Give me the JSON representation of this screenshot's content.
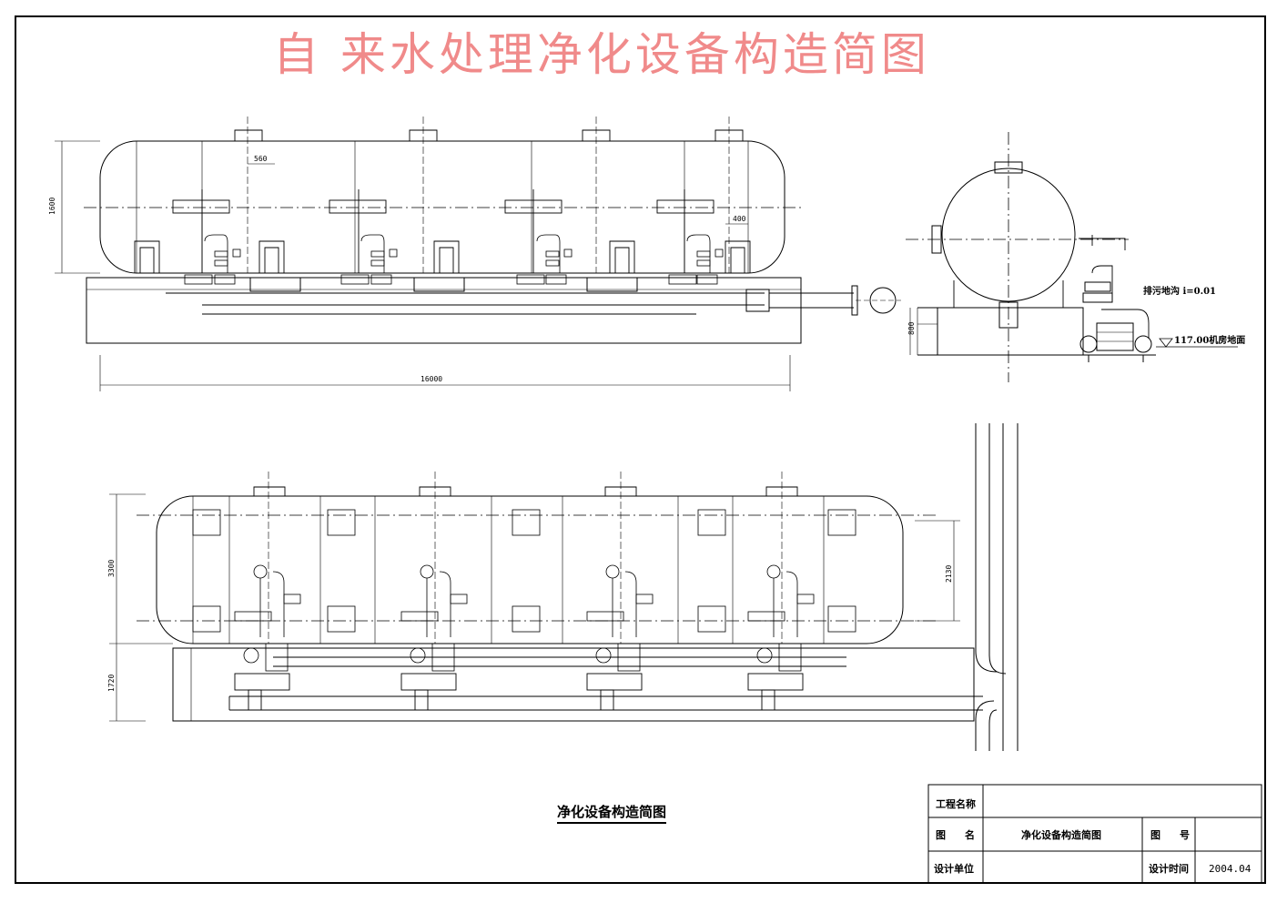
{
  "title": "自 来水处理净化设备构造简图",
  "drawing_subtitle": "净化设备构造简图",
  "dimensions": {
    "d560": "560",
    "d1600": "1600",
    "d400": "400",
    "d16000": "16000",
    "d3300": "3300",
    "d2130": "2130",
    "d1720": "1720",
    "d800": "800"
  },
  "annotations": {
    "drain": "排污地沟 i=0.01",
    "floor": "117.00机房地面"
  },
  "title_block": {
    "project_name_label": "工程名称",
    "project_name_value": "",
    "drawing_name_label_1": "图",
    "drawing_name_label_2": "名",
    "drawing_name_value": "净化设备构造简图",
    "drawing_no_label_1": "图",
    "drawing_no_label_2": "号",
    "drawing_no_value": "",
    "design_unit_label": "设计单位",
    "design_unit_value": "",
    "design_date_label": "设计时间",
    "design_date_value": "2004.04"
  },
  "colors": {
    "title": "#f08a8a",
    "line": "#000000",
    "background": "#ffffff"
  }
}
